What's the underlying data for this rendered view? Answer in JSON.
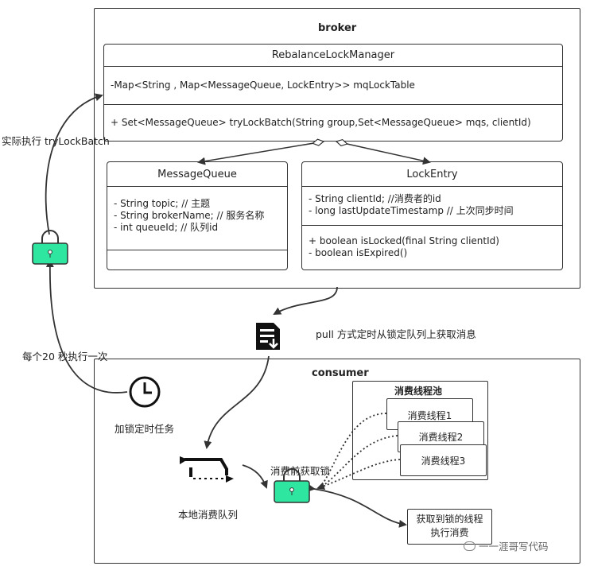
{
  "broker": {
    "title": "broker",
    "manager": {
      "name": "RebalanceLockManager",
      "field": "-Map<String , Map<MessageQueue, LockEntry>> mqLockTable",
      "method": "+ Set<MessageQueue> tryLockBatch(String group,Set<MessageQueue> mqs, clientId)"
    },
    "message_queue": {
      "name": "MessageQueue",
      "fields": [
        "- String topic;  // 主题",
        "- String brokerName; // 服务名称",
        "- int queueId; // 队列id"
      ]
    },
    "lock_entry": {
      "name": "LockEntry",
      "fields": [
        "-  String clientId; //消费者的id",
        "- long lastUpdateTimestamp // 上次同步时间"
      ],
      "methods": [
        "+ boolean isLocked(final String clientId)",
        "-  boolean isExpired()"
      ]
    }
  },
  "labels": {
    "try_lock_batch": "实际执行 tryLockBatch",
    "every_20s": "每个20 秒执行一次",
    "lock_timer_task": "加锁定时任务",
    "pull_desc": "pull 方式定时从锁定队列上获取消息",
    "local_queue": "本地消费队列",
    "lock_before_consume": "消费前获取锁",
    "acquired_lock": "获取到锁的线程执行消费",
    "watermark": "一一涯哥写代码"
  },
  "consumer": {
    "title": "consumer",
    "pool": {
      "title": "消费线程池",
      "threads": [
        "消费线程1",
        "消费线程2",
        "消费线程3"
      ]
    }
  },
  "colors": {
    "lock_fill": "#2fe6a0",
    "stroke": "#333333"
  },
  "icons": [
    "lock-icon",
    "clock-icon",
    "document-download-icon",
    "cycle-arrows-icon",
    "wechat-icon"
  ]
}
